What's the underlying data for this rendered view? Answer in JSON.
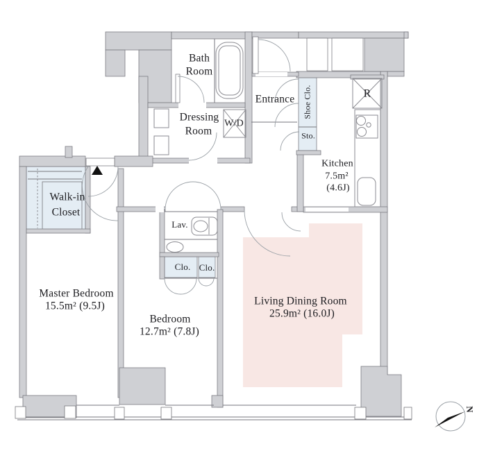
{
  "plan_title": "apartment-floor-plan",
  "rooms": {
    "bath": {
      "line1": "Bath",
      "line2": "Room"
    },
    "dressing": {
      "line1": "Dressing",
      "line2": "Room"
    },
    "washer_dryer": {
      "label": "W/D"
    },
    "entrance": {
      "label": "Entrance"
    },
    "shoe_closet": {
      "label": "Shoe Clo."
    },
    "storage": {
      "label": "Sto."
    },
    "refrigerator": {
      "label": "R"
    },
    "kitchen": {
      "name": "Kitchen",
      "area_sqm": "7.5m²",
      "area_jo": "(4.6J)"
    },
    "walk_in_closet": {
      "line1": "Walk-in",
      "line2": "Closet"
    },
    "master_bedroom": {
      "name": "Master Bedroom",
      "area": "15.5m²  (9.5J)"
    },
    "lavatory": {
      "label": "Lav."
    },
    "closet_left": {
      "label": "Clo."
    },
    "closet_right": {
      "label": "Clo."
    },
    "bedroom": {
      "name": "Bedroom",
      "area": "12.7m²  (7.8J)"
    },
    "living_dining": {
      "name": "Living Dining Room",
      "area": "25.9m²  (16.0J)"
    }
  },
  "compass": {
    "north_label": "N"
  },
  "colors": {
    "wall_gray": "#cfd0d4",
    "closet_blue": "#e4edf4",
    "living_pink": "#f8e7e4",
    "line_gray": "#76767c",
    "arc_gray": "#9aa0a6",
    "text": "#1b1b1f"
  }
}
